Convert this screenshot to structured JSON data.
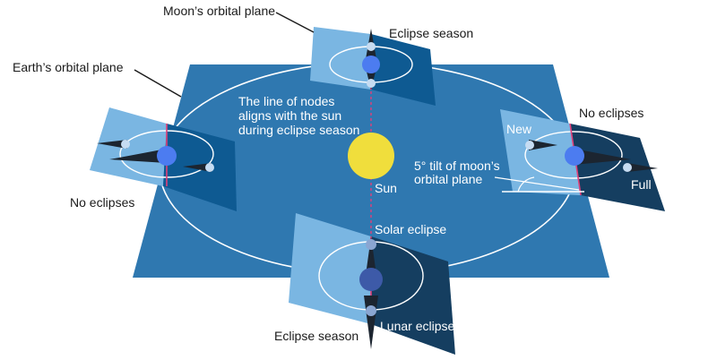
{
  "labels": {
    "moon_orbital_plane": "Moon’s orbital plane",
    "earth_orbital_plane": "Earth’s orbital plane",
    "eclipse_season_top": "Eclipse season",
    "eclipse_season_bottom": "Eclipse season",
    "line_of_nodes": [
      "The line of nodes",
      "aligns with the sun",
      "during eclipse season"
    ],
    "no_eclipses_left": "No eclipses",
    "no_eclipses_right": "No eclipses",
    "new": "New",
    "full": "Full",
    "tilt": [
      "5° tilt of moon’s",
      "orbital plane"
    ],
    "sun": "Sun",
    "solar_eclipse": "Solar eclipse",
    "lunar_eclipse": "Lunar eclipse"
  },
  "colors": {
    "earth_plane": "#2f78b0",
    "moon_plane_light": "#7ab6e2",
    "moon_plane_dark": "#0e5a92",
    "moon_plane_darker": "#153e60",
    "sun": "#f0de3c",
    "earth": "#4c7cf0",
    "node_line": "#e0407a",
    "shadow": "#1c2530"
  }
}
